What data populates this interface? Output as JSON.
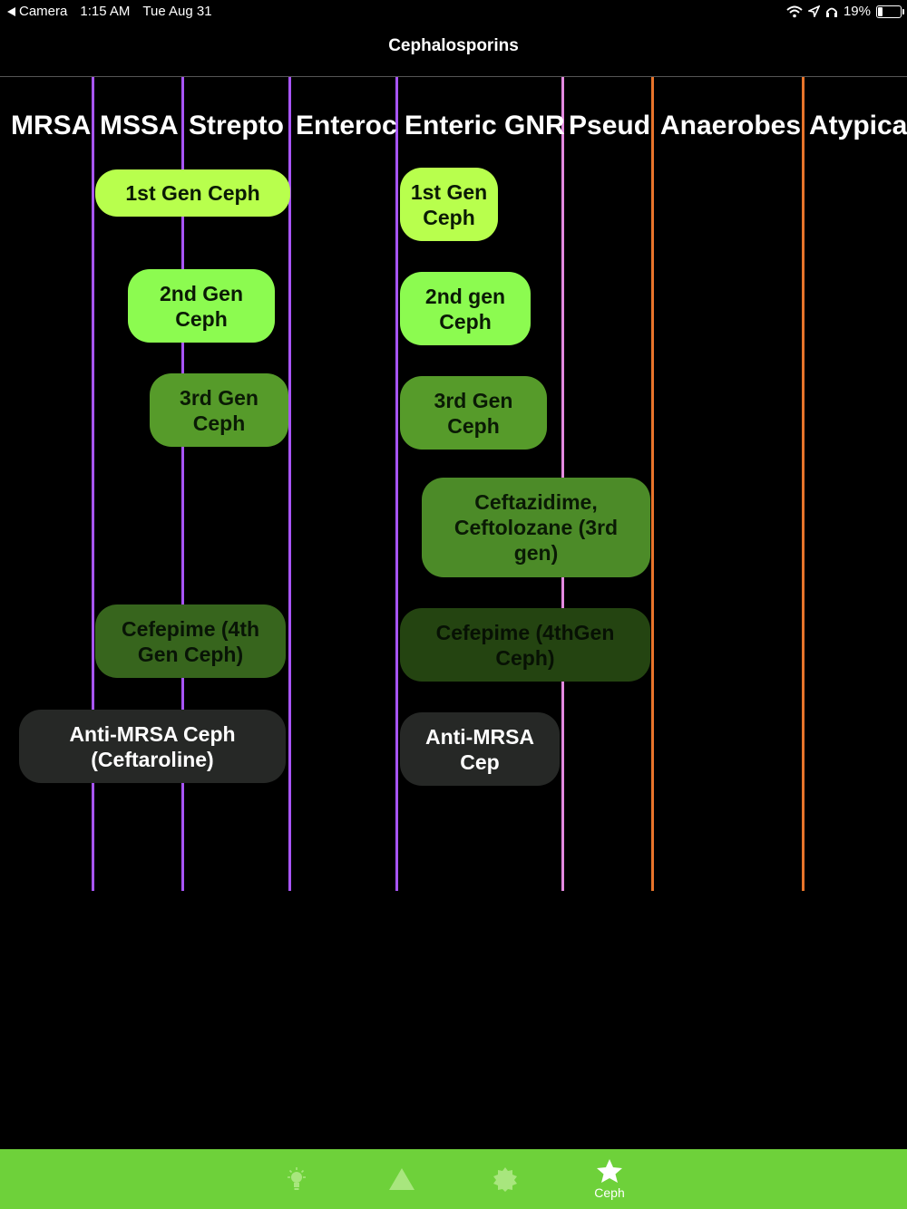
{
  "status": {
    "back_label": "Camera",
    "time": "1:15 AM",
    "date": "Tue Aug 31",
    "battery": "19%"
  },
  "nav": {
    "title": "Cephalosporins"
  },
  "columns": [
    "MRSA",
    "MSSA",
    "Strepto",
    "Enteroc",
    "Enteric GNR",
    "Pseud",
    "Anaerobes",
    "Atypical"
  ],
  "colors": {
    "purple": "#a855f7",
    "pink": "#e48ae0",
    "orange": "#e8742a",
    "tabbar": "#6ed13a"
  },
  "drugs": {
    "left": [
      "1st Gen Ceph",
      "2nd Gen Ceph",
      "3rd Gen Ceph",
      "Cefepime (4th Gen Ceph)",
      "Anti-MRSA Ceph (Ceftaroline)"
    ],
    "right": [
      "1st Gen Ceph",
      "2nd gen Ceph",
      "3rd Gen Ceph",
      "Ceftazidime, Ceftolozane (3rd gen)",
      "Cefepime (4thGen Ceph)",
      "Anti-MRSA Cep"
    ]
  },
  "tabs": [
    {
      "icon": "lightbulb-icon",
      "label": ""
    },
    {
      "icon": "triangle-icon",
      "label": ""
    },
    {
      "icon": "badge-icon",
      "label": ""
    },
    {
      "icon": "star-icon",
      "label": "Ceph",
      "selected": true
    }
  ]
}
